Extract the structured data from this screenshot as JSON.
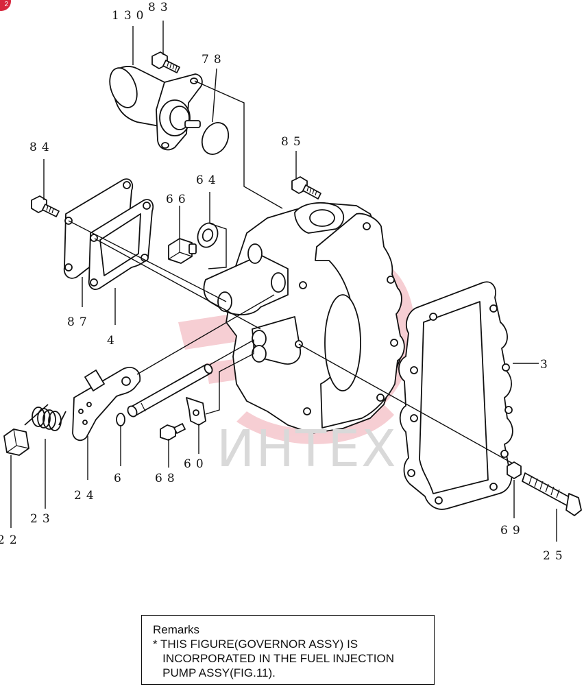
{
  "badge": {
    "label": "2"
  },
  "watermark": {
    "text": "ИНТЕХ",
    "color": "#e8a0a0"
  },
  "callouts": {
    "p130": "130",
    "p83": "83",
    "p78": "78",
    "p84": "84",
    "p85": "85",
    "p66": "66",
    "p64": "64",
    "p87": "87",
    "p4": "4",
    "p3": "3",
    "p24": "24",
    "p6": "6",
    "p68": "68",
    "p60": "60",
    "p23": "23",
    "p22": "22",
    "p69": "69",
    "p25": "25"
  },
  "remarks": {
    "title": "Remarks",
    "line1": "* THIS FIGURE(GOVERNOR ASSY) IS",
    "line2": "   INCORPORATED IN THE FUEL INJECTION",
    "line3": "   PUMP ASSY(FIG.11)."
  }
}
